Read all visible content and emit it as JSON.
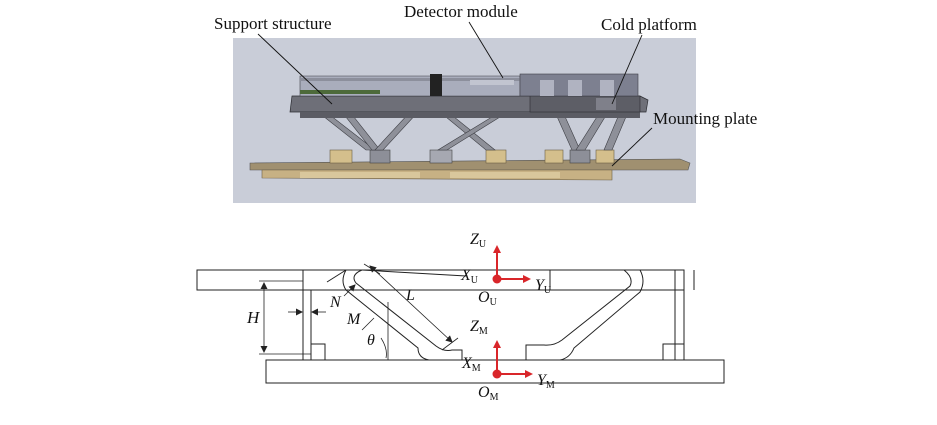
{
  "top_view": {
    "callouts": {
      "support_structure": "Support structure",
      "detector_module": "Detector module",
      "cold_platform": "Cold platform",
      "mounting_plate": "Mounting plate"
    }
  },
  "section_view": {
    "dimensions": {
      "H": "H",
      "N": "N",
      "M": "M",
      "L": "L",
      "theta": "θ"
    },
    "upper_frame": {
      "z_axis": "Z",
      "z_sub": "U",
      "x_axis": "X",
      "x_sub": "U",
      "y_axis": "Y",
      "y_sub": "U",
      "origin": "O",
      "origin_sub": "U"
    },
    "mounting_frame": {
      "z_axis": "Z",
      "z_sub": "M",
      "x_axis": "X",
      "x_sub": "M",
      "y_axis": "Y",
      "y_sub": "M",
      "origin": "O",
      "origin_sub": "M"
    }
  },
  "colors": {
    "axis_arrow": "#d9262a",
    "origin_dot": "#d9262a",
    "render_background": "#c9cdd8",
    "platform_dark": "#6e6f78",
    "platform_light": "#a9adbc",
    "plate_tan": "#c7b184",
    "pad_tan": "#d4bf8c",
    "line": "#222222"
  }
}
